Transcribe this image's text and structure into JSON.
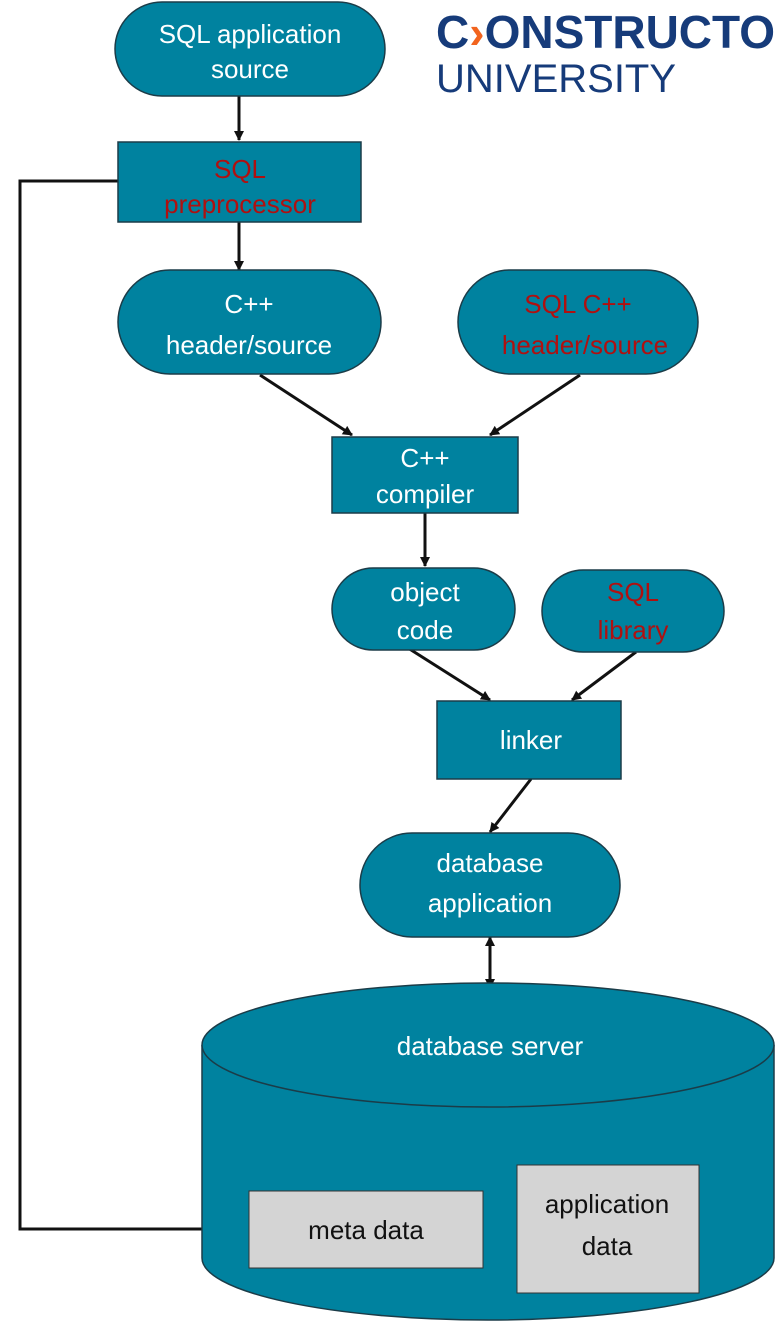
{
  "colors": {
    "node_fill": "#00829f",
    "node_stroke": "#1b3c48",
    "text_white": "#ffffff",
    "text_red": "#b01010",
    "text_dark": "#111111",
    "box_grey": "#d4d4d4",
    "arrow": "#111111",
    "logo_blue": "#163b7a",
    "logo_orange": "#f2641e"
  },
  "logo": {
    "c": "C",
    "chevron": "›",
    "rest": "ONSTRUCTO",
    "line2": "UNIVERSITY"
  },
  "nodes": {
    "sql_source": {
      "line1": "SQL application",
      "line2": "source"
    },
    "preprocessor": {
      "line1": "SQL",
      "line2": "preprocessor"
    },
    "cpp_header": {
      "line1": "C++",
      "line2": "header/source"
    },
    "sql_cpp_header": {
      "line1": "SQL C++",
      "line2": "header/source"
    },
    "compiler": {
      "line1": "C++",
      "line2": "compiler"
    },
    "object_code": {
      "line1": "object",
      "line2": "code"
    },
    "sql_library": {
      "line1": "SQL",
      "line2": "library"
    },
    "linker": {
      "label": "linker"
    },
    "db_app": {
      "line1": "database",
      "line2": "application"
    },
    "db_server": {
      "label": "database server"
    },
    "meta_data": {
      "label": "meta data"
    },
    "app_data": {
      "line1": "application",
      "line2": "data"
    }
  }
}
